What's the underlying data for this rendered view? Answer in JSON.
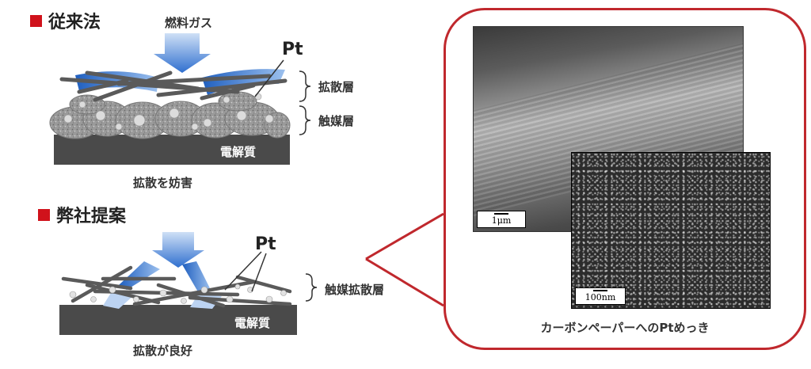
{
  "conventional": {
    "title": "従来法",
    "fuel_label": "燃料ガス",
    "pt_label": "Pt",
    "diffusion_layer": "拡散層",
    "catalyst_layer": "触媒層",
    "electrolyte": "電解質",
    "caption": "拡散を妨害"
  },
  "proposed": {
    "title": "弊社提案",
    "pt_label": "Pt",
    "layer_label": "触媒拡散層",
    "electrolyte": "電解質",
    "caption": "拡散が良好"
  },
  "micrograph": {
    "caption": "カーボンペーパーへのPtめっき",
    "scale_large": "1μm",
    "scale_small": "100nm"
  },
  "colors": {
    "accent_red": "#d0121b",
    "callout_border": "#c0282d",
    "arrow_blue": "#3a78d0",
    "electrolyte_gray": "#4a4a4a"
  }
}
